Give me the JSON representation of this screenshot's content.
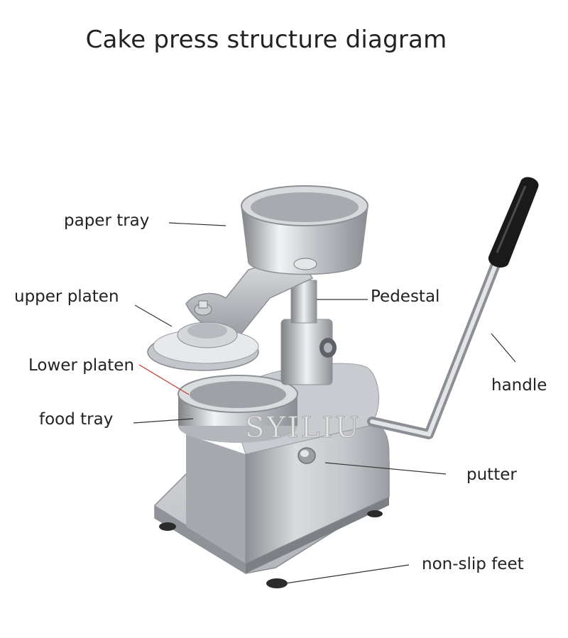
{
  "title": "Cake press structure diagram",
  "watermark": "SYILIU",
  "labels": {
    "paper_tray": "paper tray",
    "upper_platen": "upper platen",
    "lower_platen": "Lower platen",
    "food_tray": "food tray",
    "pedestal": "Pedestal",
    "handle": "handle",
    "putter": "putter",
    "non_slip_feet": "non-slip feet"
  },
  "colors": {
    "steel_light": "#e9eaec",
    "steel_mid": "#b9bcc1",
    "steel_dark": "#6e7277",
    "handle_grip": "#1a1a1a",
    "leader_line": "#333333",
    "lower_platen_leader": "#c0392b"
  }
}
